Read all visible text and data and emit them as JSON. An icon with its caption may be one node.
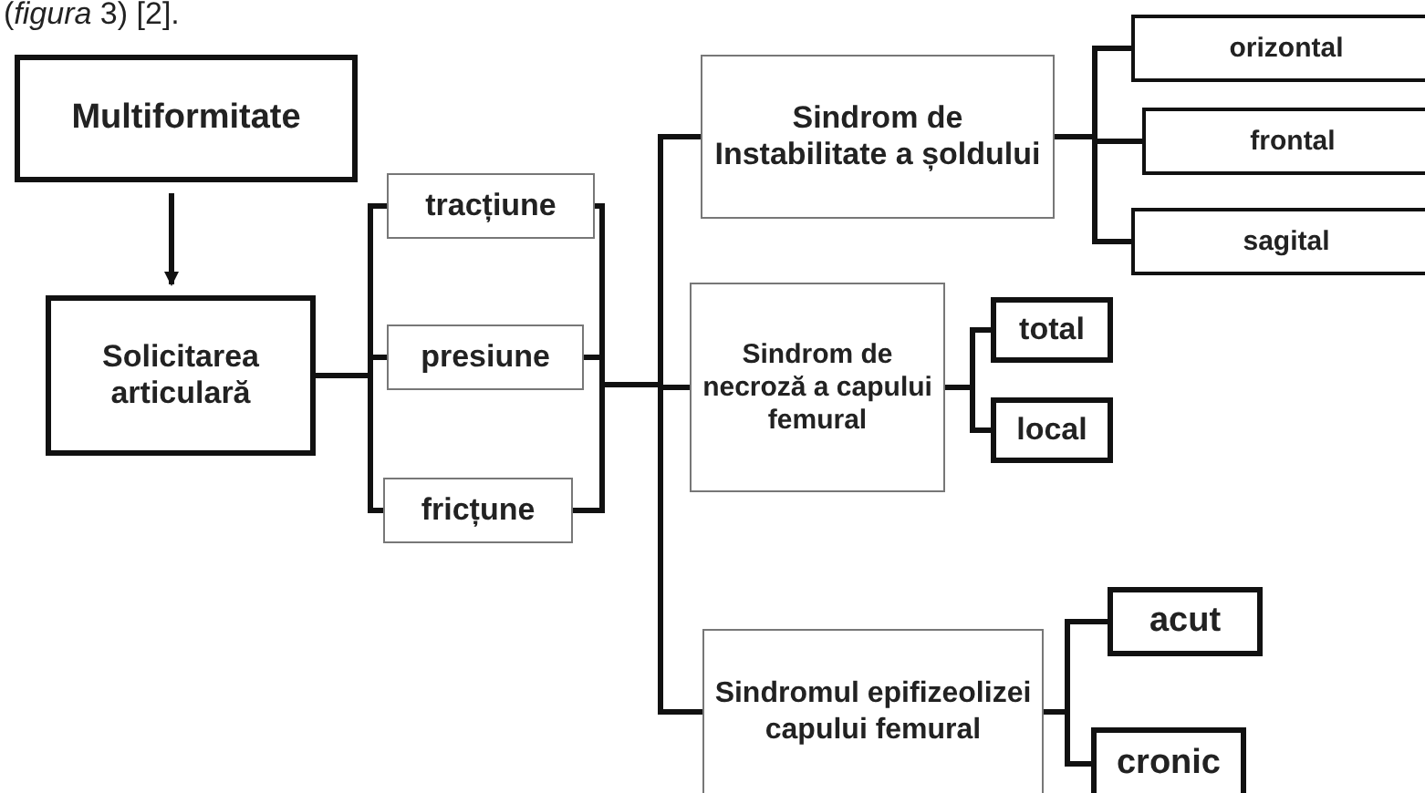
{
  "diagram": {
    "nodes": [
      {
        "text": [
          "Multiformitate"
        ]
      },
      {
        "text": [
          "Solicitarea articulară"
        ]
      },
      {
        "text": [
          "tracțiune"
        ]
      },
      {
        "text": [
          "presiune"
        ]
      },
      {
        "text": [
          "fricțune"
        ]
      },
      {
        "text": [
          "Sindrom de Instabilitate a șoldului"
        ]
      },
      {
        "text": [
          "Sindrom de necroză a capului femural"
        ]
      },
      {
        "text": [
          "Sindromul epifizeolizei capului femural"
        ]
      },
      {
        "text": [
          "orizontal"
        ]
      },
      {
        "text": [
          "frontal"
        ]
      },
      {
        "text": [
          "sagital"
        ]
      },
      {
        "text": [
          "total"
        ]
      },
      {
        "text": [
          "local"
        ]
      },
      {
        "text": [
          "acut"
        ]
      },
      {
        "text": [
          "cronic"
        ]
      }
    ],
    "edges": [
      {
        "from": 0,
        "to": 1,
        "arrow": "to"
      },
      {
        "from": 1,
        "to": 2,
        "arrow": "none"
      },
      {
        "from": 1,
        "to": 3,
        "arrow": "none"
      },
      {
        "from": 1,
        "to": 4,
        "arrow": "none"
      },
      {
        "from": 2,
        "to": 5,
        "arrow": "none"
      },
      {
        "from": 2,
        "to": 6,
        "arrow": "none"
      },
      {
        "from": 2,
        "to": 7,
        "arrow": "none"
      },
      {
        "from": 3,
        "to": 5,
        "arrow": "none"
      },
      {
        "from": 3,
        "to": 6,
        "arrow": "none"
      },
      {
        "from": 3,
        "to": 7,
        "arrow": "none"
      },
      {
        "from": 4,
        "to": 5,
        "arrow": "none"
      },
      {
        "from": 4,
        "to": 6,
        "arrow": "none"
      },
      {
        "from": 4,
        "to": 7,
        "arrow": "none"
      },
      {
        "from": 5,
        "to": 8,
        "arrow": "none"
      },
      {
        "from": 5,
        "to": 9,
        "arrow": "none"
      },
      {
        "from": 5,
        "to": 10,
        "arrow": "none"
      },
      {
        "from": 6,
        "to": 11,
        "arrow": "none"
      },
      {
        "from": 6,
        "to": 12,
        "arrow": "none"
      },
      {
        "from": 7,
        "to": 13,
        "arrow": "none"
      },
      {
        "from": 7,
        "to": 14,
        "arrow": "none"
      }
    ],
    "labels": [
      "(*figura* 3) [2]."
    ]
  }
}
